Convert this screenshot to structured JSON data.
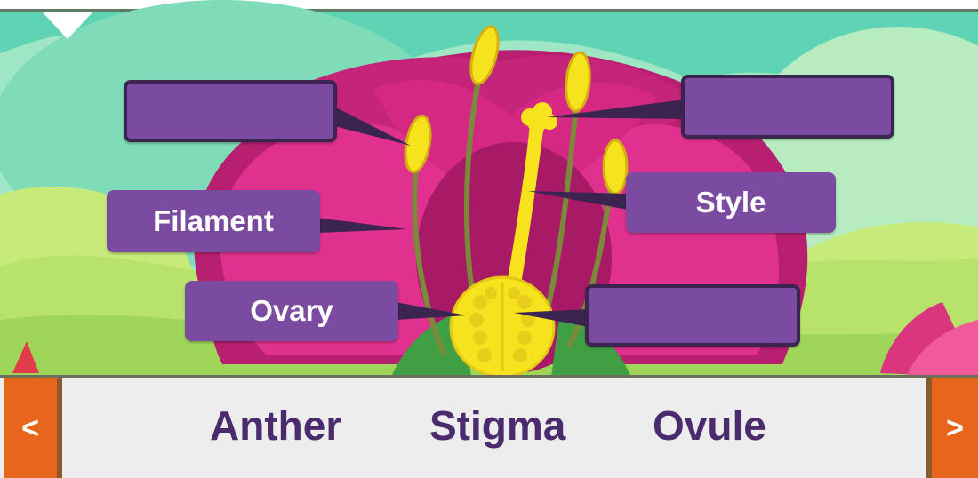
{
  "diagram": {
    "placed_labels": {
      "filament": "Filament",
      "style": "Style",
      "ovary": "Ovary"
    },
    "empty_slots": [
      "anther-slot",
      "stigma-slot",
      "ovule-slot"
    ]
  },
  "word_bank": {
    "words": [
      "Anther",
      "Stigma",
      "Ovule"
    ],
    "prev_label": "<",
    "next_label": ">"
  },
  "colors": {
    "label_fill": "#7a4ba0",
    "label_border": "#3b2450",
    "petal": "#d92a86",
    "stamen": "#f7e21e",
    "nav_orange": "#e8661c",
    "word_text": "#4b2a6e",
    "tray_bg": "#ededed"
  },
  "icons": [
    "menu-toggle-icon",
    "prev-arrow-icon",
    "next-arrow-icon"
  ]
}
